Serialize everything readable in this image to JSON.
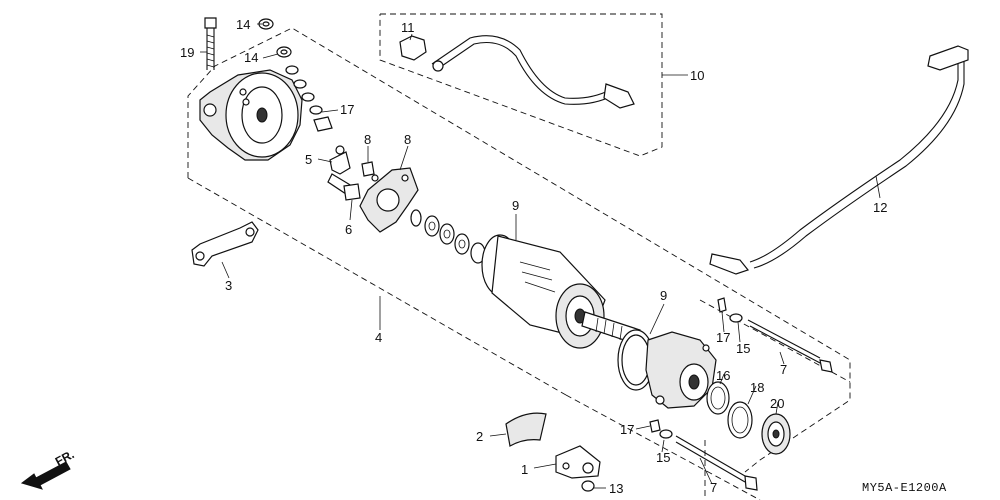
{
  "diagram": {
    "code": "MY5A-E1200A",
    "direction_label": "FR.",
    "callouts": [
      "1",
      "2",
      "3",
      "4",
      "5",
      "6",
      "7",
      "8",
      "9",
      "10",
      "11",
      "12",
      "13",
      "14",
      "15",
      "16",
      "17",
      "18",
      "19",
      "20"
    ]
  }
}
